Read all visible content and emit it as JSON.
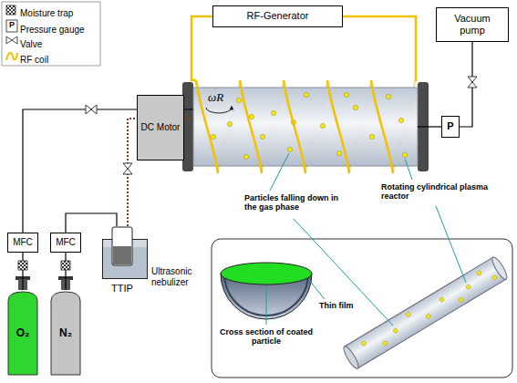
{
  "diagram": {
    "nodes": [
      {
        "text": [
          "RF-Generator"
        ]
      },
      {
        "text": [
          "Vacuum pump"
        ]
      },
      {
        "text": [
          "DC Motor"
        ]
      },
      {
        "text": [
          "ωR"
        ]
      },
      {
        "text": [
          "P"
        ]
      },
      {
        "text": [
          "MFC"
        ]
      },
      {
        "text": [
          "MFC"
        ]
      },
      {
        "text": [
          "Ultrasonic nebulizer"
        ]
      },
      {
        "text": [
          "TTIP"
        ],
        "in": 7
      },
      {
        "text": [
          "O₂"
        ]
      },
      {
        "text": [
          "N₂"
        ]
      }
    ],
    "edges": [
      {
        "from": 9,
        "to": 5,
        "arrow": "none"
      },
      {
        "from": 10,
        "to": 6,
        "arrow": "none"
      },
      {
        "from": 5,
        "to": 3,
        "arrow": "none"
      },
      {
        "from": 6,
        "to": 8,
        "arrow": "none"
      },
      {
        "from": 8,
        "to": 3,
        "arrow": "none"
      },
      {
        "from": 3,
        "to": 4,
        "arrow": "none"
      },
      {
        "from": 4,
        "to": 1,
        "arrow": "none"
      }
    ],
    "labels": [
      "P",
      "Particles falling down in the gas phase",
      "Rotating cylindrical plasma reactor",
      "Cross section of coated particle",
      "Thin film"
    ],
    "legend": [
      {
        "text": "Moisture trap"
      },
      {
        "text": "Pressure gauge"
      },
      {
        "text": "Valve"
      },
      {
        "text": "RF coil"
      }
    ]
  }
}
